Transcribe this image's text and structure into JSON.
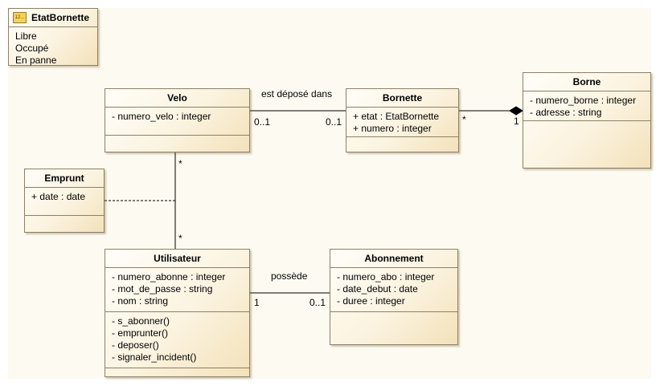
{
  "classes": {
    "etat_bornette": {
      "name": "EtatBornette",
      "icon": "enumeration-icon",
      "icon_text": "12...",
      "literals": [
        "Libre",
        "Occupé",
        "En panne"
      ]
    },
    "velo": {
      "name": "Velo",
      "attributes": [
        "- numero_velo : integer"
      ],
      "operations": []
    },
    "bornette": {
      "name": "Bornette",
      "attributes": [
        "+ etat : EtatBornette",
        "+ numero : integer"
      ],
      "operations": []
    },
    "borne": {
      "name": "Borne",
      "attributes": [
        "- numero_borne : integer",
        "- adresse : string"
      ],
      "operations": []
    },
    "emprunt": {
      "name": "Emprunt",
      "attributes": [
        "+ date : date"
      ],
      "operations": []
    },
    "utilisateur": {
      "name": "Utilisateur",
      "attributes": [
        "- numero_abonne : integer",
        "- mot_de_passe : string",
        "- nom : string"
      ],
      "operations": [
        "- s_abonner()",
        "- emprunter()",
        "- deposer()",
        "- signaler_incident()"
      ]
    },
    "abonnement": {
      "name": "Abonnement",
      "attributes": [
        "- numero_abo : integer",
        "- date_debut : date",
        "- duree : integer"
      ],
      "operations": []
    }
  },
  "associations": {
    "velo_bornette": {
      "name": "est déposé dans",
      "mult_velo": "0..1",
      "mult_bornette": "0..1"
    },
    "bornette_borne": {
      "kind": "composition",
      "mult_bornette": "*",
      "mult_borne": "1"
    },
    "velo_utilisateur": {
      "mult_velo": "*",
      "mult_utilisateur": "*",
      "association_class": "Emprunt"
    },
    "utilisateur_abonnement": {
      "name": "possède",
      "mult_utilisateur": "1",
      "mult_abonnement": "0..1"
    }
  },
  "colors": {
    "class_border": "#8c8068",
    "class_fill_light": "#fffef9",
    "class_fill_dark": "#f3e1b9",
    "canvas": "#fdfbf1",
    "line": "#000000"
  }
}
